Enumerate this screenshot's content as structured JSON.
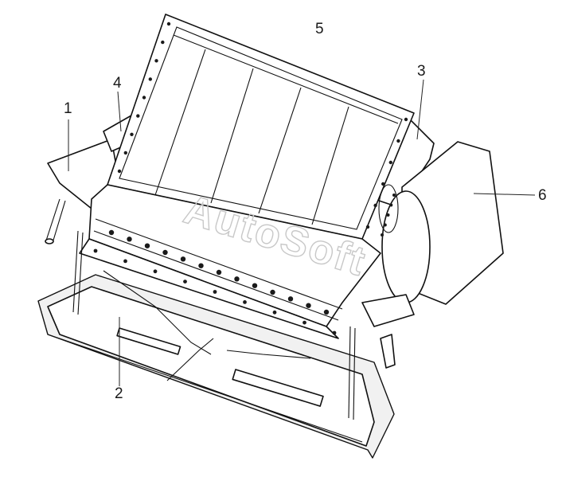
{
  "callouts": [
    {
      "id": "1",
      "label": "1"
    },
    {
      "id": "2",
      "label": "2"
    },
    {
      "id": "3",
      "label": "3"
    },
    {
      "id": "4",
      "label": "4"
    },
    {
      "id": "5",
      "label": "5"
    },
    {
      "id": "6",
      "label": "6"
    }
  ],
  "watermark": "AutoSoft",
  "colors": {
    "line": "#111111",
    "background": "#ffffff",
    "watermark": "#c8c8c8"
  }
}
